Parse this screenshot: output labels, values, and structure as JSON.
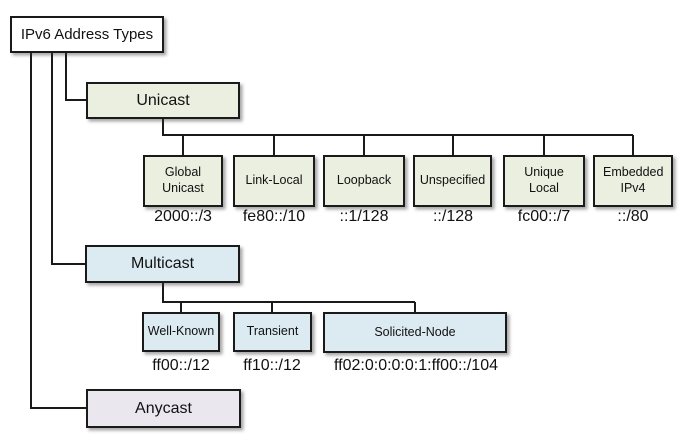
{
  "diagram": {
    "title": "IPv6 Address Types",
    "root": {
      "label": "IPv6 Address Types"
    },
    "colors": {
      "root_fill": "#ffffff",
      "unicast_fill": "#ebefe0",
      "multicast_fill": "#dcebf2",
      "anycast_fill": "#eae8ee",
      "border": "#1a1a1a",
      "line": "#1a1a1a"
    },
    "branches": [
      {
        "label": "Unicast",
        "children": [
          {
            "label": "Global Unicast",
            "prefix": "2000::/3"
          },
          {
            "label": "Link-Local",
            "prefix": "fe80::/10"
          },
          {
            "label": "Loopback",
            "prefix": "::1/128"
          },
          {
            "label": "Unspecified",
            "prefix": "::/128"
          },
          {
            "label": "Unique Local",
            "prefix": "fc00::/7"
          },
          {
            "label": "Embedded IPv4",
            "prefix": "::/80"
          }
        ]
      },
      {
        "label": "Multicast",
        "children": [
          {
            "label": "Well-Known",
            "prefix": "ff00::/12"
          },
          {
            "label": "Transient",
            "prefix": "ff10::/12"
          },
          {
            "label": "Solicited-Node",
            "prefix": "ff02:0:0:0:0:1:ff00::/104"
          }
        ]
      },
      {
        "label": "Anycast",
        "children": []
      }
    ]
  }
}
